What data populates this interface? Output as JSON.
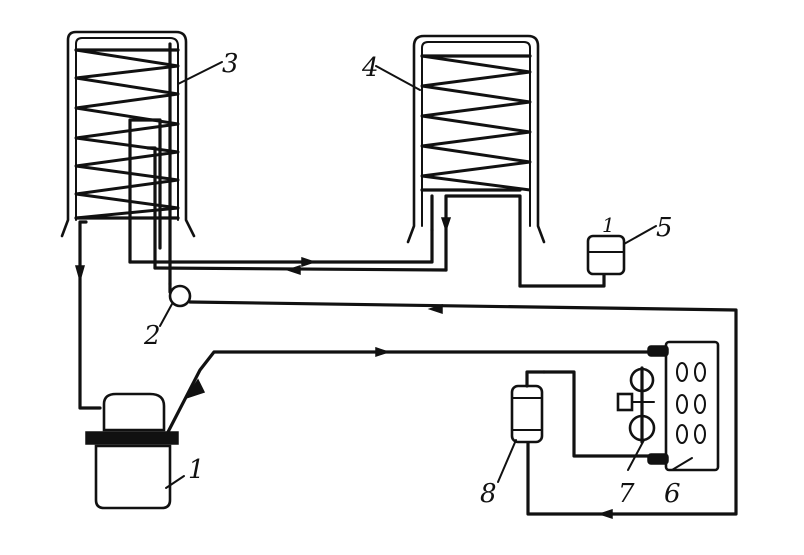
{
  "labels": {
    "one": "1",
    "two": "2",
    "three": "3",
    "four": "4",
    "five": "5",
    "six": "6",
    "seven": "7",
    "eight": "8",
    "one_small": "1"
  }
}
